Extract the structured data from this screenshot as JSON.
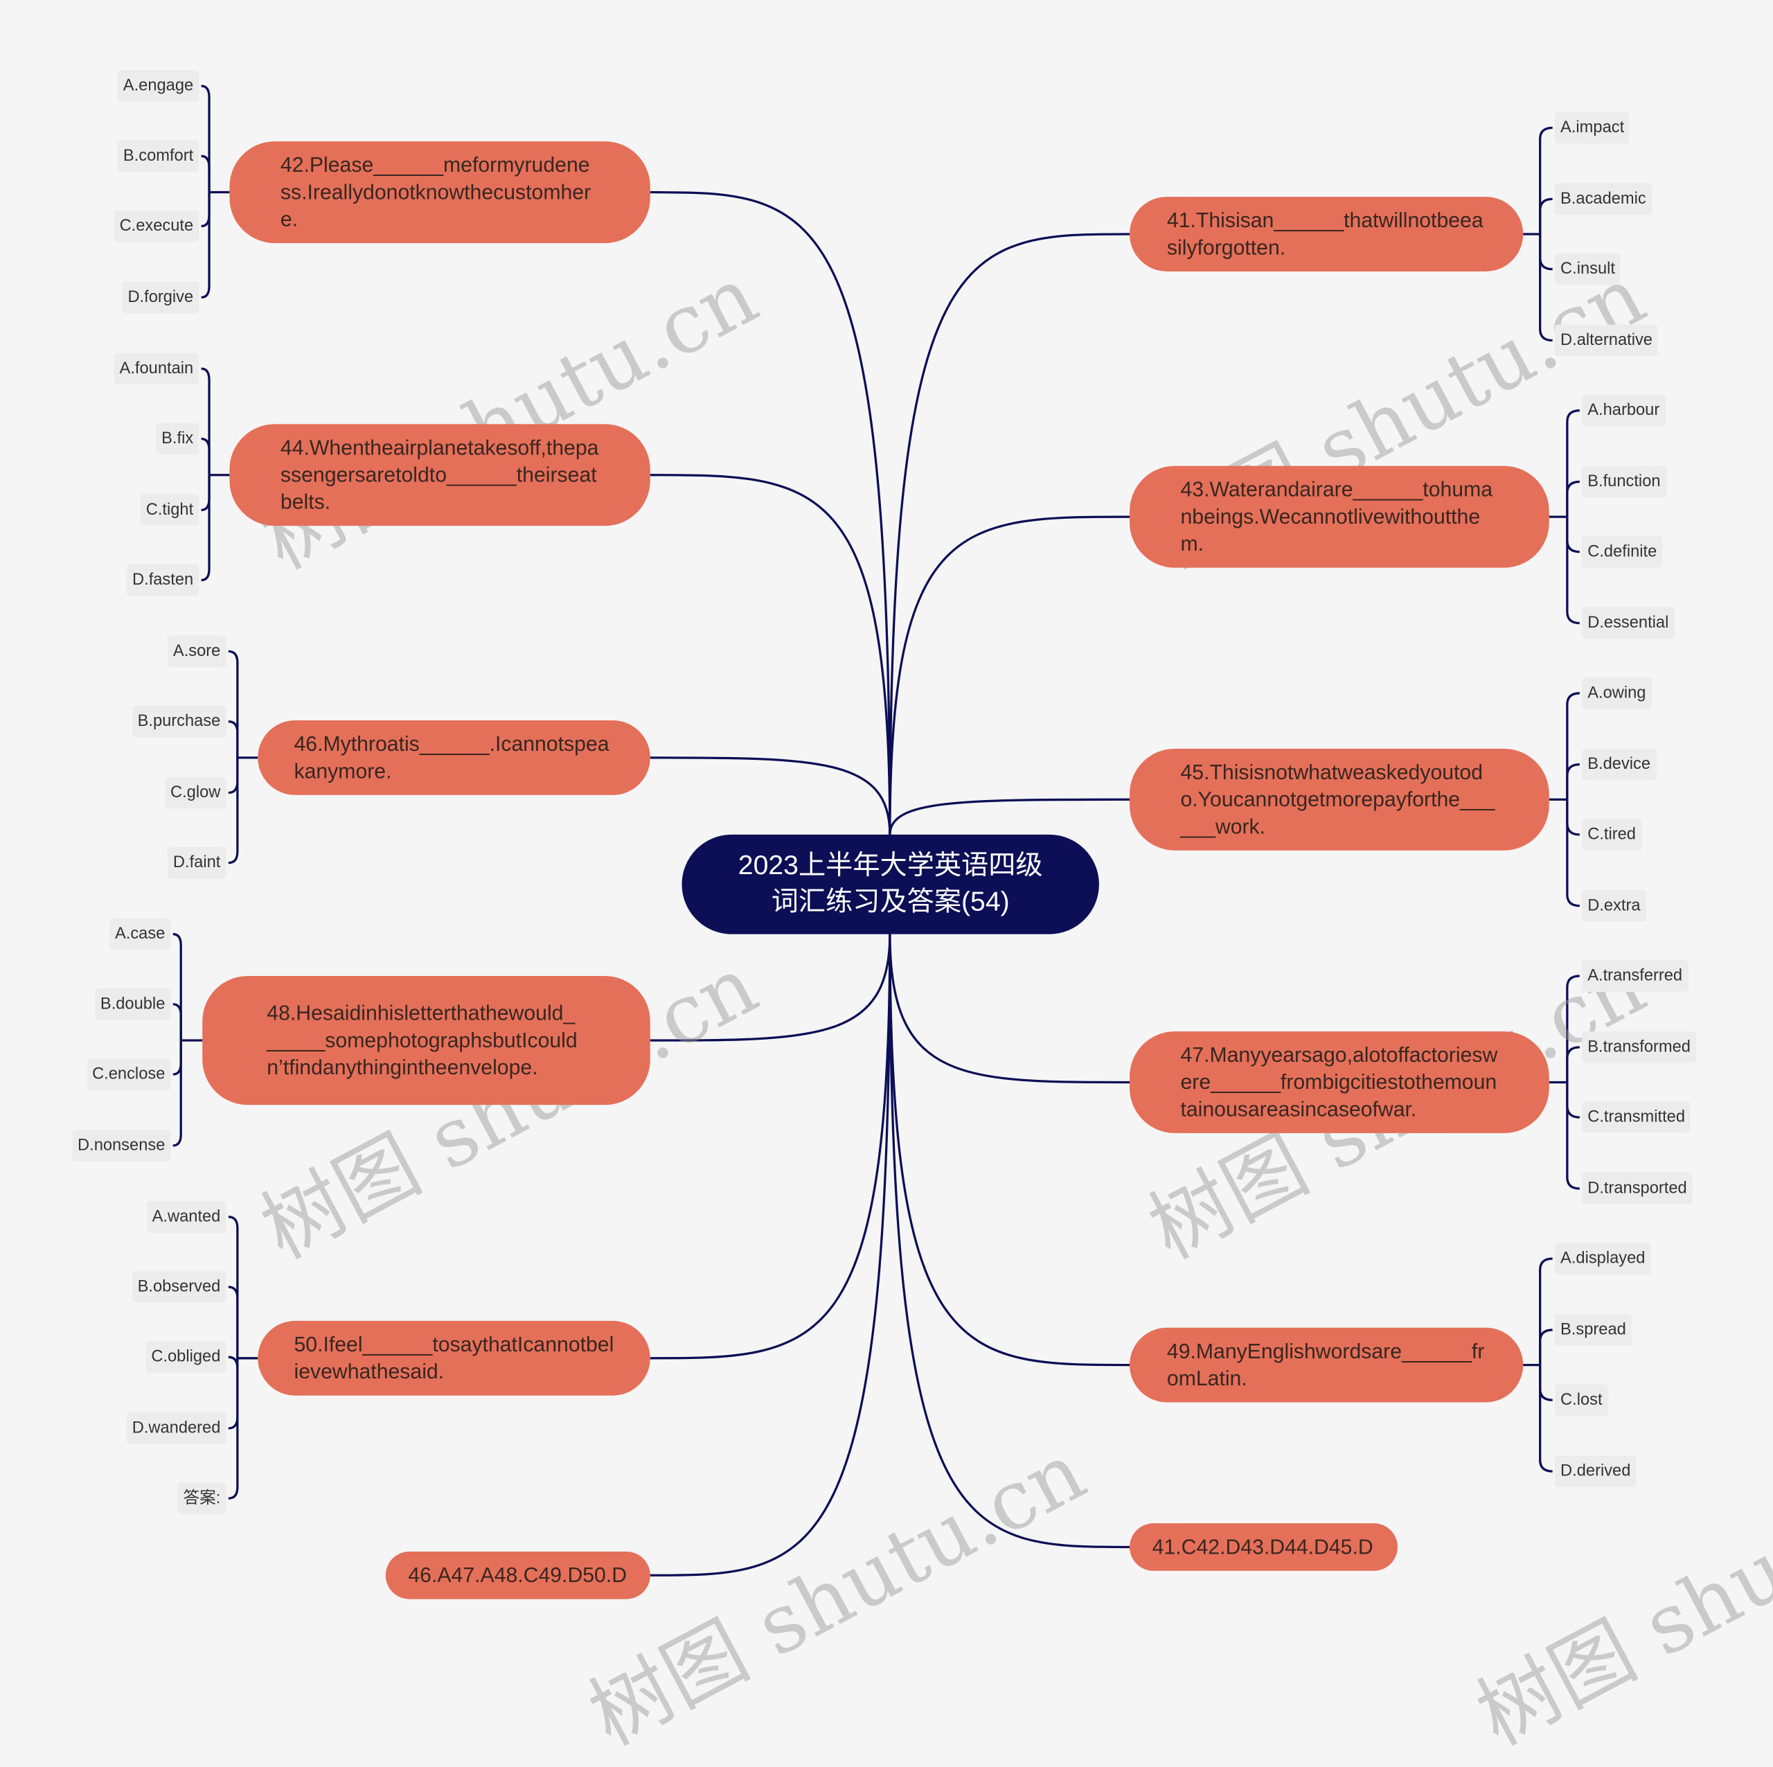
{
  "title": "2023上半年大学英语四级词汇练习及答案(54)",
  "watermark": "树图 shutu.cn",
  "colors": {
    "node": "#e4705a",
    "center": "#0c0f55",
    "line": "#0c0f55",
    "background": "#f5f5f5"
  },
  "branches": [
    {
      "text": "42.Please______meformyrudeness.Ireallydonotknowthecustomhere.",
      "options": [
        "A.engage",
        "B.comfort",
        "C.execute",
        "D.forgive"
      ]
    },
    {
      "text": "44.Whentheairplanetakesoff,thepassengersaretoldto______theirseatbelts.",
      "options": [
        "A.fountain",
        "B.fix",
        "C.tight",
        "D.fasten"
      ]
    },
    {
      "text": "46.Mythroatis______.Icannotspeakanymore.",
      "options": [
        "A.sore",
        "B.purchase",
        "C.glow",
        "D.faint"
      ]
    },
    {
      "text": "48.Hesaidinhisletterthathewould______somephotographsbutIcouldn’tfindanythingintheenvelope.",
      "options": [
        "A.case",
        "B.double",
        "C.enclose",
        "D.nonsense"
      ]
    },
    {
      "text": "50.Ifeel______tosaythatIcannotbelievewhathesaid.",
      "options": [
        "A.wanted",
        "B.observed",
        "C.obliged",
        "D.wandered",
        "答案:"
      ]
    },
    {
      "text": "46.A47.A48.C49.D50.D",
      "options": []
    },
    {
      "text": "41.Thisisan______thatwillnotbeeasilyforgotten.",
      "options": [
        "A.impact",
        "B.academic",
        "C.insult",
        "D.alternative"
      ]
    },
    {
      "text": "43.Waterandairare______tohumanbeings.Wecannotlivewithoutthem.",
      "options": [
        "A.harbour",
        "B.function",
        "C.definite",
        "D.essential"
      ]
    },
    {
      "text": "45.Thisisnotwhatweaskedyoutodo.Youcannotgetmorepayforthe______work.",
      "options": [
        "A.owing",
        "B.device",
        "C.tired",
        "D.extra"
      ]
    },
    {
      "text": "47.Manyyearsago,alotoffactorieswere______frombigcitiestothemountainousareasincaseofwar.",
      "options": [
        "A.transferred",
        "B.transformed",
        "C.transmitted",
        "D.transported"
      ]
    },
    {
      "text": "49.ManyEnglishwordsare______fromLatin.",
      "options": [
        "A.displayed",
        "B.spread",
        "C.lost",
        "D.derived"
      ]
    },
    {
      "text": "41.C42.D43.D44.D45.D",
      "options": []
    }
  ]
}
